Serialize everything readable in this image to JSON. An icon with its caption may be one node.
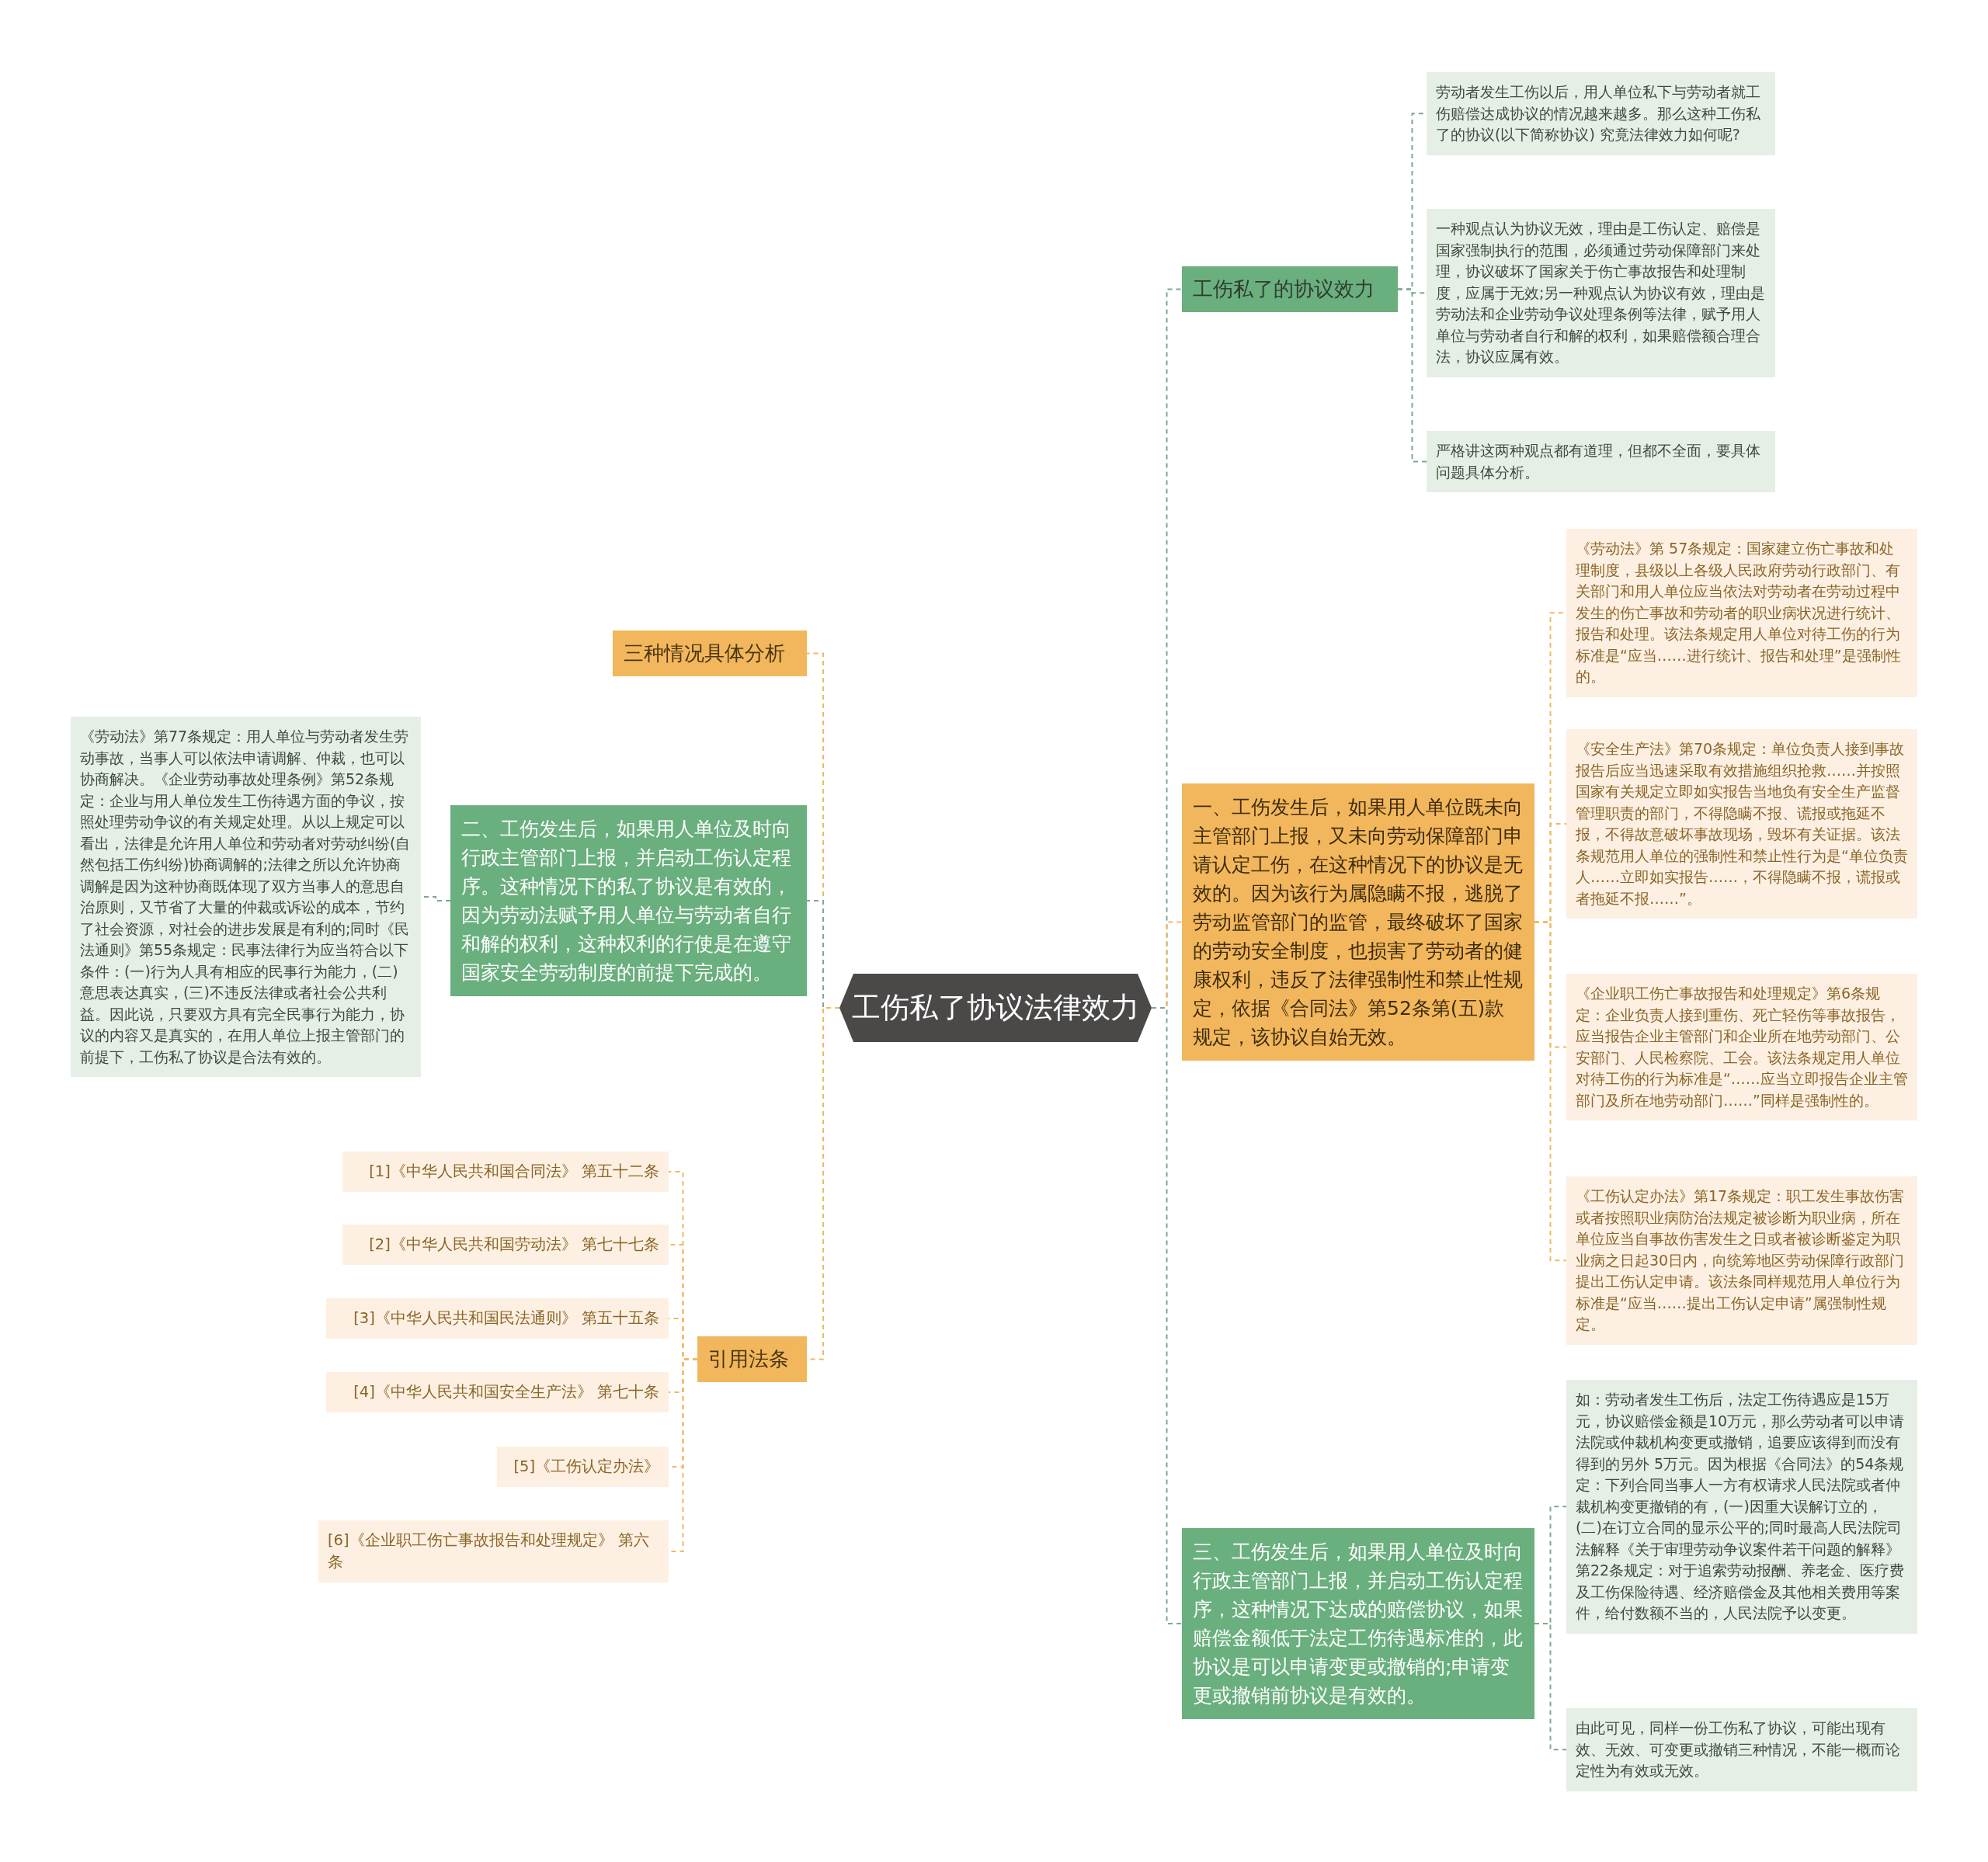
{
  "diagram": {
    "nodes": [
      {
        "text": [
          "工伤私了协议法律效力"
        ]
      },
      {
        "text": [
          "工伤私了的协议效力"
        ]
      },
      {
        "text": [
          "劳动者发生工伤以后，用人单位私下与劳动者就工伤赔偿达成协议的情况越来越多。那么这种工伤私了的协议(以下简称协议) 究竟法律效力如何呢?"
        ]
      },
      {
        "text": [
          "一种观点认为协议无效，理由是工伤认定、赔偿是国家强制执行的范围，必须通过劳动保障部门来处理，协议破坏了国家关于伤亡事故报告和处理制度，应属于无效;另一种观点认为协议有效，理由是劳动法和企业劳动争议处理条例等法律，赋予用人单位与劳动者自行和解的权利，如果赔偿额合理合法，协议应属有效。"
        ]
      },
      {
        "text": [
          "严格讲这两种观点都有道理，但都不全面，要具体问题具体分析。"
        ]
      },
      {
        "text": [
          "一、工伤发生后，如果用人单位既未向主管部门上报，又未向劳动保障部门申请认定工伤，在这种情况下的协议是无效的。因为该行为属隐瞒不报，逃脱了劳动监管部门的监管，最终破坏了国家的劳动安全制度，也损害了劳动者的健康权利，违反了法律强制性和禁止性规定，依据《合同法》第52条第(五)款规定，该协议自始无效。"
        ]
      },
      {
        "text": [
          "《劳动法》第 57条规定：国家建立伤亡事故和处理制度，县级以上各级人民政府劳动行政部门、有关部门和用人单位应当依法对劳动者在劳动过程中发生的伤亡事故和劳动者的职业病状况进行统计、报告和处理。该法条规定用人单位对待工伤的行为标准是“应当……进行统计、报告和处理”是强制性的。"
        ]
      },
      {
        "text": [
          "《安全生产法》第70条规定：单位负责人接到事故报告后应当迅速采取有效措施组织抢救……并按照国家有关规定立即如实报告当地负有安全生产监督管理职责的部门，不得隐瞒不报、谎报或拖延不报，不得故意破坏事故现场，毁坏有关证据。该法条规范用人单位的强制性和禁止性行为是“单位负责人……立即如实报告……，不得隐瞒不报，谎报或者拖延不报……”。"
        ]
      },
      {
        "text": [
          "《企业职工伤亡事故报告和处理规定》第6条规定：企业负责人接到重伤、死亡轻伤等事故报告，应当报告企业主管部门和企业所在地劳动部门、公安部门、人民检察院、工会。该法条规定用人单位对待工伤的行为标准是“……应当立即报告企业主管部门及所在地劳动部门……”同样是强制性的。"
        ]
      },
      {
        "text": [
          "《工伤认定办法》第17条规定：职工发生事故伤害或者按照职业病防治法规定被诊断为职业病，所在单位应当自事故伤害发生之日或者被诊断鉴定为职业病之日起30日内，向统筹地区劳动保障行政部门提出工伤认定申请。该法条同样规范用人单位行为标准是“应当……提出工伤认定申请”属强制性规定。"
        ]
      },
      {
        "text": [
          "三、工伤发生后，如果用人单位及时向行政主管部门上报，并启动工伤认定程序，这种情况下达成的赔偿协议，如果赔偿金额低于法定工伤待遇标准的，此协议是可以申请变更或撤销的;申请变更或撤销前协议是有效的。"
        ]
      },
      {
        "text": [
          "如：劳动者发生工伤后，法定工伤待遇应是15万元，协议赔偿金额是10万元，那么劳动者可以申请法院或仲裁机构变更或撤销，追要应该得到而没有得到的另外 5万元。因为根据《合同法》的54条规定：下列合同当事人一方有权请求人民法院或者仲裁机构变更撤销的有，(一)因重大误解订立的，(二)在订立合同的显示公平的;同时最高人民法院司法解释《关于审理劳动争议案件若干问题的解释》第22条规定：对于追索劳动报酬、养老金、医疗费及工伤保险待遇、经济赔偿金及其他相关费用等案件，给付数额不当的，人民法院予以变更。"
        ]
      },
      {
        "text": [
          "由此可见，同样一份工伤私了协议，可能出现有效、无效、可变更或撤销三种情况，不能一概而论定性为有效或无效。"
        ]
      },
      {
        "text": [
          "三种情况具体分析"
        ]
      },
      {
        "text": [
          "二、工伤发生后，如果用人单位及时向行政主管部门上报，并启动工伤认定程序。这种情况下的私了协议是有效的，因为劳动法赋予用人单位与劳动者自行和解的权利，这种权利的行使是在遵守国家安全劳动制度的前提下完成的。"
        ]
      },
      {
        "text": [
          "《劳动法》第77条规定：用人单位与劳动者发生劳动事故，当事人可以依法申请调解、仲裁，也可以协商解决。《企业劳动事故处理条例》第52条规定：企业与用人单位发生工伤待遇方面的争议，按照处理劳动争议的有关规定处理。从以上规定可以看出，法律是允许用人单位和劳动者对劳动纠纷(自然包括工伤纠纷)协商调解的;法律之所以允许协商调解是因为这种协商既体现了双方当事人的意思自治原则，又节省了大量的仲裁或诉讼的成本，节约了社会资源，对社会的进步发展是有利的;同时《民法通则》第55条规定：民事法律行为应当符合以下条件：(一)行为人具有相应的民事行为能力，(二)意思表达真实，(三)不违反法律或者社会公共利益。因此说，只要双方具有完全民事行为能力，协议的内容又是真实的，在用人单位上报主管部门的前提下，工伤私了协议是合法有效的。"
        ]
      },
      {
        "text": [
          "引用法条"
        ]
      },
      {
        "text": [
          "[1]《中华人民共和国合同法》 第五十二条"
        ]
      },
      {
        "text": [
          "[2]《中华人民共和国劳动法》 第七十七条"
        ]
      },
      {
        "text": [
          "[3]《中华人民共和国民法通则》 第五十五条"
        ]
      },
      {
        "text": [
          "[4]《中华人民共和国安全生产法》 第七十条"
        ]
      },
      {
        "text": [
          "[5]《工伤认定办法》"
        ]
      },
      {
        "text": [
          "[6]《企业职工伤亡事故报告和处理规定》 第六条"
        ]
      }
    ],
    "edges": [
      {
        "from": 0,
        "to": 1,
        "arrow": "none",
        "style": "dashed",
        "color": "#7fa88c"
      },
      {
        "from": 1,
        "to": 2,
        "arrow": "none",
        "style": "dashed",
        "color": "#7fa88c"
      },
      {
        "from": 1,
        "to": 3,
        "arrow": "none",
        "style": "dashed",
        "color": "#7fa88c"
      },
      {
        "from": 1,
        "to": 4,
        "arrow": "none",
        "style": "dashed",
        "color": "#7fa88c"
      },
      {
        "from": 0,
        "to": 5,
        "arrow": "none",
        "style": "dashed"
      },
      {
        "from": 5,
        "to": 6,
        "arrow": "none",
        "style": "dashed"
      },
      {
        "from": 5,
        "to": 7,
        "arrow": "none",
        "style": "dashed"
      },
      {
        "from": 5,
        "to": 8,
        "arrow": "none",
        "style": "dashed"
      },
      {
        "from": 5,
        "to": 9,
        "arrow": "none",
        "style": "dashed"
      },
      {
        "from": 0,
        "to": 10,
        "arrow": "none",
        "style": "dashed",
        "color": "#7fa88c"
      },
      {
        "from": 10,
        "to": 11,
        "arrow": "none",
        "style": "dashed",
        "color": "#7fa88c"
      },
      {
        "from": 10,
        "to": 12,
        "arrow": "none",
        "style": "dashed",
        "color": "#7fa88c"
      },
      {
        "from": 0,
        "to": 13,
        "arrow": "none",
        "style": "dashed"
      },
      {
        "from": 0,
        "to": 14,
        "arrow": "none",
        "style": "dashed",
        "color": "#7fa88c"
      },
      {
        "from": 14,
        "to": 15,
        "arrow": "none",
        "style": "dashed",
        "color": "#7fa88c"
      },
      {
        "from": 0,
        "to": 16,
        "arrow": "none",
        "style": "dashed"
      },
      {
        "from": 16,
        "to": 17,
        "arrow": "none",
        "style": "dashed"
      },
      {
        "from": 16,
        "to": 18,
        "arrow": "none",
        "style": "dashed"
      },
      {
        "from": 16,
        "to": 19,
        "arrow": "none",
        "style": "dashed"
      },
      {
        "from": 16,
        "to": 20,
        "arrow": "none",
        "style": "dashed"
      },
      {
        "from": 16,
        "to": 21,
        "arrow": "none",
        "style": "dashed"
      },
      {
        "from": 16,
        "to": 22,
        "arrow": "none",
        "style": "dashed"
      }
    ]
  }
}
